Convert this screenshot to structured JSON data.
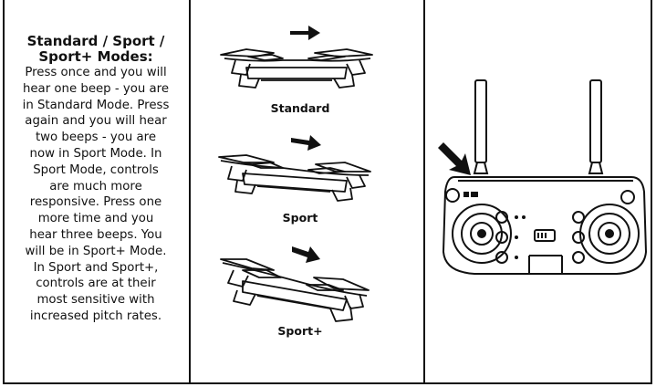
{
  "instructions": {
    "title_line1": "Standard / Sport /",
    "title_line2": "Sport+ Modes:",
    "body_lines": [
      "Press once and you will",
      "hear one beep - you are",
      "in Standard Mode. Press",
      "again and you will hear",
      "two beeps - you are",
      "now in Sport Mode. In",
      "Sport Mode, controls",
      "are much more",
      "responsive.  Press one",
      "more time and you",
      "hear three beeps. You",
      "will be in Sport+ Mode.",
      "In Sport and Sport+,",
      "controls are at their",
      "most sensitive with",
      "increased pitch rates."
    ]
  },
  "modes": [
    {
      "caption": "Standard",
      "icon": "drone-level-icon"
    },
    {
      "caption": "Sport",
      "icon": "drone-tilted-icon"
    },
    {
      "caption": "Sport+",
      "icon": "drone-steep-tilt-icon"
    }
  ],
  "remote": {
    "icon": "remote-controller-icon",
    "pointer": "arrow-pointer-icon"
  }
}
